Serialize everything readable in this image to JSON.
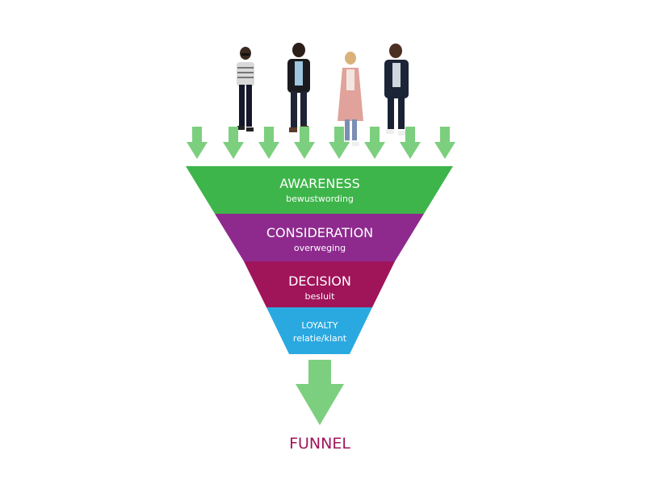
{
  "diagram": {
    "title": "FUNNEL",
    "stages": [
      {
        "label": "AWARENESS",
        "sublabel": "bewustwording",
        "color": "#3db54a"
      },
      {
        "label": "CONSIDERATION",
        "sublabel": "overweging",
        "color": "#8e2a8e"
      },
      {
        "label": "DECISION",
        "sublabel": "besluit",
        "color": "#a0145a"
      },
      {
        "label": "LOYALTY",
        "sublabel": "relatie/klant",
        "color": "#2aa9e0"
      }
    ],
    "arrow_color": "#7ccf7e",
    "title_color": "#a0145a",
    "people": [
      {
        "figure": "person-woman-striped-shirt"
      },
      {
        "figure": "person-man-black-jacket"
      },
      {
        "figure": "person-woman-pink-coat"
      },
      {
        "figure": "person-man-dark-coat"
      }
    ]
  }
}
